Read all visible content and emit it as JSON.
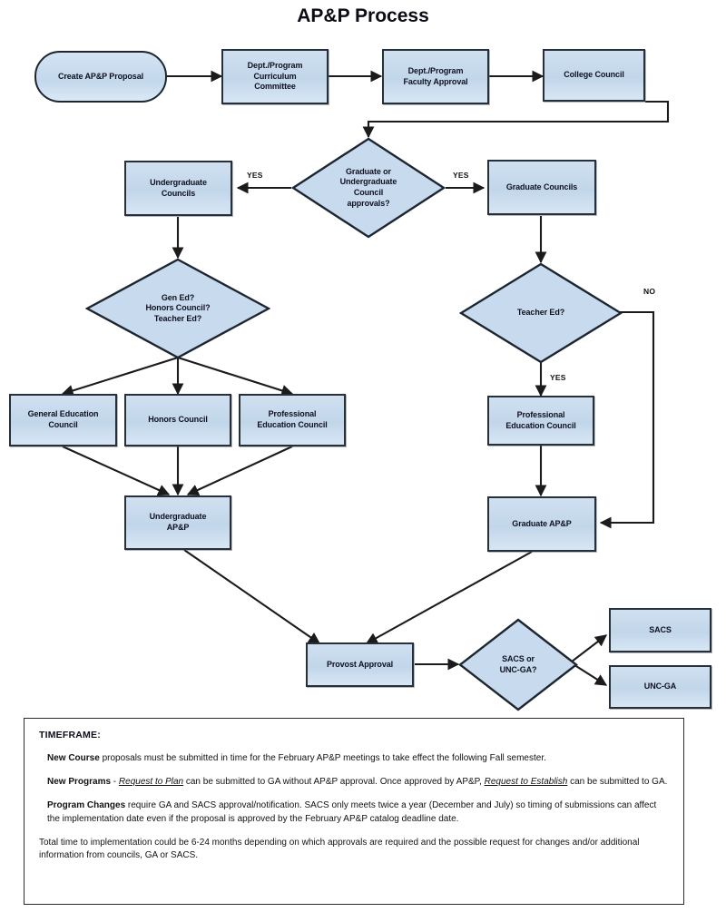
{
  "page": {
    "title": "AP&P Process"
  },
  "colors": {
    "node_fill": "#c5d9ed",
    "node_fill_light": "#d7e6f4",
    "node_border": "#25303b",
    "connector": "#1b1b1b",
    "panel_border": "#2a2a2a",
    "background": "#ffffff",
    "text": "#0f1020"
  },
  "flow": {
    "nodes": [
      {
        "id": "create-proposal",
        "shape": "terminator",
        "label": "Create AP&P Proposal"
      },
      {
        "id": "dept-curriculum",
        "shape": "process",
        "label": "Dept./Program\nCurriculum\nCommittee"
      },
      {
        "id": "dept-faculty-approval",
        "shape": "process",
        "label": "Dept./Program\nFaculty Approval"
      },
      {
        "id": "college-council",
        "shape": "process",
        "label": "College Council"
      },
      {
        "id": "grad-undergrad-decision",
        "shape": "decision",
        "label": "Graduate or\nUndergraduate\nCouncil\napprovals?"
      },
      {
        "id": "undergraduate-councils",
        "shape": "process",
        "label": "Undergraduate\nCouncils"
      },
      {
        "id": "graduate-councils",
        "shape": "process",
        "label": "Graduate Councils"
      },
      {
        "id": "gen-ed-decision",
        "shape": "decision",
        "label": "Gen Ed?\nHonors Council?\nTeacher Ed?"
      },
      {
        "id": "teacher-ed-decision",
        "shape": "decision",
        "label": "Teacher Ed?"
      },
      {
        "id": "general-education-council",
        "shape": "process",
        "label": "General Education\nCouncil"
      },
      {
        "id": "honors-council",
        "shape": "process",
        "label": "Honors Council"
      },
      {
        "id": "professional-education-council-left",
        "shape": "process",
        "label": "Professional\nEducation Council"
      },
      {
        "id": "professional-education-council-right",
        "shape": "process",
        "label": "Professional\nEducation Council"
      },
      {
        "id": "undergraduate-apandp",
        "shape": "process",
        "label": "Undergraduate\nAP&P"
      },
      {
        "id": "graduate-apandp",
        "shape": "process",
        "label": "Graduate AP&P"
      },
      {
        "id": "provost-approval",
        "shape": "process",
        "label": "Provost Approval"
      },
      {
        "id": "sacs-uncga-decision",
        "shape": "decision",
        "label": "SACS or\nUNC-GA?"
      },
      {
        "id": "sacs",
        "shape": "process",
        "label": "SACS"
      },
      {
        "id": "unc-ga",
        "shape": "process",
        "label": "UNC-GA"
      }
    ],
    "edge_labels": [
      {
        "id": "yes-undergraduate",
        "text": "YES"
      },
      {
        "id": "yes-graduate",
        "text": "YES"
      },
      {
        "id": "no-teacher-ed",
        "text": "NO"
      },
      {
        "id": "yes-teacher-ed",
        "text": "YES"
      }
    ]
  },
  "timeframe": {
    "heading": "TIMEFRAME:",
    "paragraphs": [
      {
        "id": "new-course",
        "runs": [
          {
            "style": "bold",
            "text": "New Course"
          },
          {
            "style": "normal",
            "text": " proposals must be submitted in time for the February AP&P meetings to take effect the following Fall semester."
          }
        ]
      },
      {
        "id": "new-programs",
        "runs": [
          {
            "style": "bold",
            "text": "New Programs"
          },
          {
            "style": "normal",
            "text": " - "
          },
          {
            "style": "italic",
            "text": "Request to Plan"
          },
          {
            "style": "normal",
            "text": " can be submitted to GA without AP&P approval. Once approved by AP&P, "
          },
          {
            "style": "italic",
            "text": "Request to Establish"
          },
          {
            "style": "normal",
            "text": " can be submitted to GA."
          }
        ]
      },
      {
        "id": "program-changes",
        "runs": [
          {
            "style": "bold",
            "text": "Program Changes"
          },
          {
            "style": "normal",
            "text": " require GA and SACS approval/notification.  SACS only meets twice a year (December and July) so timing of submissions can affect the implementation date even if the proposal is approved by the February AP&P catalog deadline date."
          }
        ]
      },
      {
        "id": "total-time",
        "runs": [
          {
            "style": "normal",
            "text": "Total time to implementation could be 6-24 months depending on which approvals are required and the possible request for changes and/or additional information from councils, GA or SACS."
          }
        ]
      }
    ]
  }
}
